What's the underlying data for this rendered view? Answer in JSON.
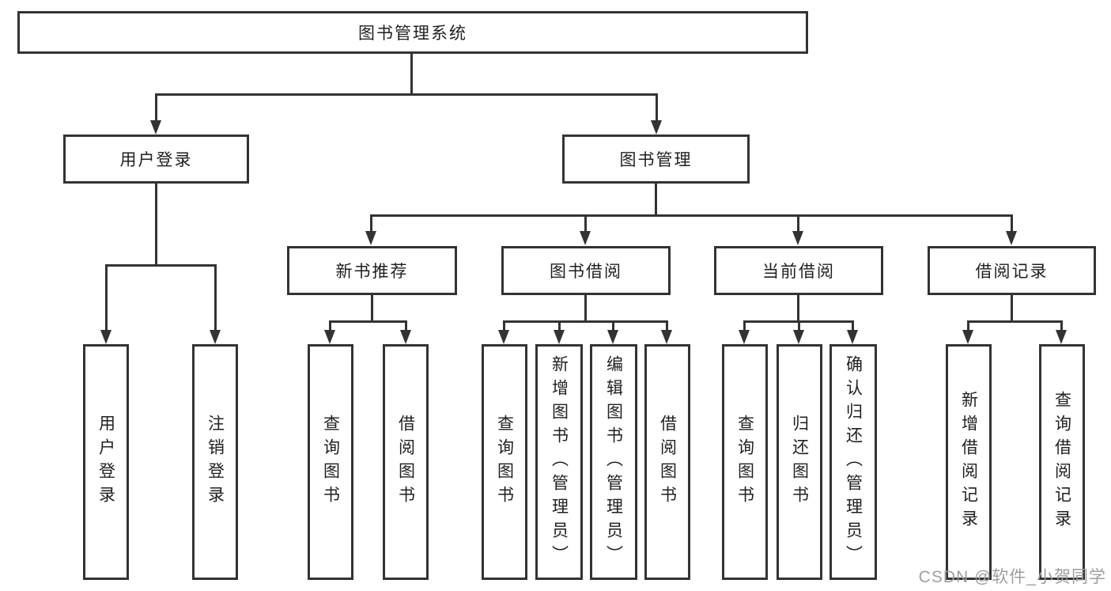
{
  "diagram": {
    "root": {
      "label": "图书管理系统"
    },
    "level2": {
      "user_login": {
        "label": "用户登录"
      },
      "book_management": {
        "label": "图书管理"
      }
    },
    "level3": {
      "new_book_recommend": {
        "label": "新书推荐"
      },
      "book_borrow": {
        "label": "图书借阅"
      },
      "current_borrow": {
        "label": "当前借阅"
      },
      "borrow_record": {
        "label": "借阅记录"
      }
    },
    "leaves": {
      "user_login": [
        "用户登录",
        "注销登录"
      ],
      "new_book_recommend": [
        "查询图书",
        "借阅图书"
      ],
      "book_borrow": [
        "查询图书",
        "新增图书（管理员）",
        "编辑图书（管理员）",
        "借阅图书"
      ],
      "current_borrow": [
        "查询图书",
        "归还图书",
        "确认归还（管理员）"
      ],
      "borrow_record": [
        "新增借阅记录",
        "查询借阅记录"
      ]
    }
  },
  "watermark": {
    "text": "CSDN @软件_小贺同学"
  },
  "colors": {
    "line": "#333333",
    "box_background": "#ffffff",
    "text": "#1f1f1f",
    "watermark": "#9e9e9e",
    "page_background": "#ffffff"
  }
}
